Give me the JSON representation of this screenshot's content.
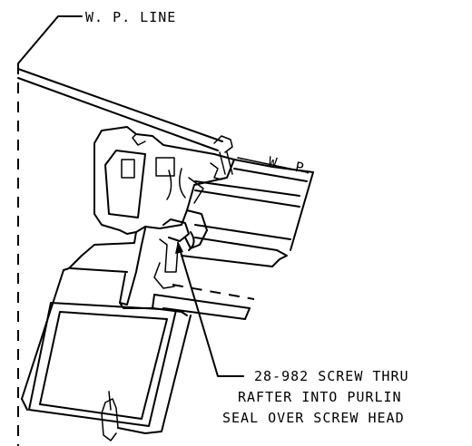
{
  "labels": {
    "wp_line": "W. P.  LINE",
    "wp": "W. P.",
    "note_line1": "28-982 SCREW THRU",
    "note_line2": "RAFTER INTO PURLIN",
    "note_line3": "SEAL OVER SCREW HEAD"
  }
}
